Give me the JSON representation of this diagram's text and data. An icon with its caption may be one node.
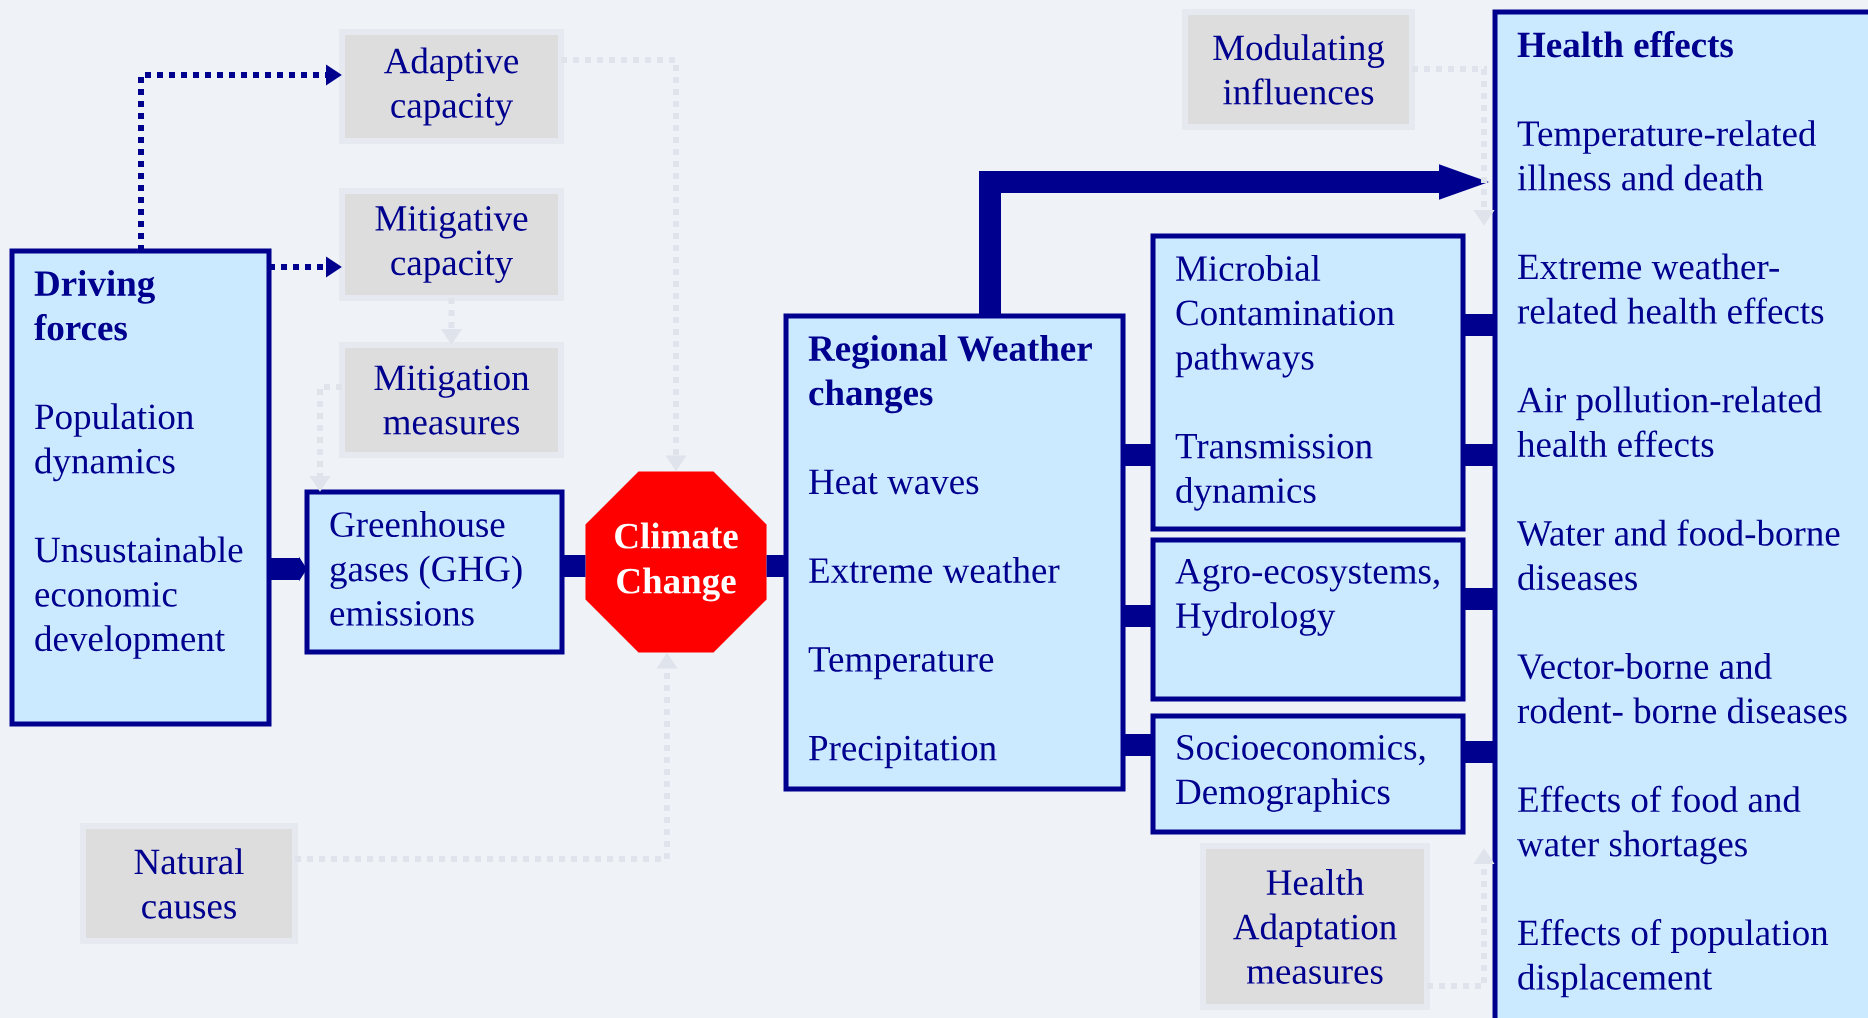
{
  "diagram": {
    "nodes": [
      {
        "text": [
          "Driving forces",
          "Population dynamics",
          "Unsustainable economic development"
        ]
      },
      {
        "text": [
          "Adaptive capacity"
        ]
      },
      {
        "text": [
          "Mitigative capacity"
        ]
      },
      {
        "text": [
          "Mitigation measures"
        ]
      },
      {
        "text": [
          "Greenhouse gases (GHG) emissions"
        ]
      },
      {
        "text": [
          "Climate Change"
        ]
      },
      {
        "text": [
          "Natural causes"
        ]
      },
      {
        "text": [
          "Regional Weather changes",
          "Heat waves",
          "Extreme weather",
          "Temperature",
          "Precipitation"
        ]
      },
      {
        "text": [
          "Modulating influences"
        ]
      },
      {
        "text": [
          "Microbial Contamination pathways",
          "Transmission dynamics"
        ]
      },
      {
        "text": [
          "Agro-ecosystems, Hydrology"
        ]
      },
      {
        "text": [
          "Socioeconomics, Demographics"
        ]
      },
      {
        "text": [
          "Health Adaptation measures"
        ]
      },
      {
        "text": [
          "Health effects",
          "Temperature-related illness and death",
          "Extreme weather-related health effects",
          "Air pollution-related health effects",
          "Water and food-borne diseases",
          "Vector-borne and rodent- borne diseases",
          "Effects of food and water shortages",
          "Effects of population displacement"
        ]
      }
    ],
    "edges": [
      {
        "from": 0,
        "to": 4,
        "arrow": "to"
      },
      {
        "from": 4,
        "to": 5,
        "arrow": "none"
      },
      {
        "from": 5,
        "to": 7,
        "arrow": "none"
      },
      {
        "from": 7,
        "to": 13,
        "arrow": "to"
      },
      {
        "from": 7,
        "to": 9,
        "arrow": "none"
      },
      {
        "from": 7,
        "to": 10,
        "arrow": "none"
      },
      {
        "from": 7,
        "to": 11,
        "arrow": "none"
      },
      {
        "from": 9,
        "to": 13,
        "arrow": "none"
      },
      {
        "from": 9,
        "to": 13,
        "arrow": "none"
      },
      {
        "from": 10,
        "to": 13,
        "arrow": "none"
      },
      {
        "from": 11,
        "to": 13,
        "arrow": "none"
      },
      {
        "from": 0,
        "to": 1,
        "arrow": "to",
        "style": "dashed"
      },
      {
        "from": 0,
        "to": 2,
        "arrow": "to",
        "style": "dashed"
      },
      {
        "from": 2,
        "to": 3,
        "arrow": "to",
        "style": "dashed",
        "color": "#dfe3ec"
      },
      {
        "from": 1,
        "to": 5,
        "arrow": "to",
        "style": "dashed",
        "color": "#dfe3ec"
      },
      {
        "from": 3,
        "to": 4,
        "arrow": "to",
        "style": "dashed",
        "color": "#dfe3ec"
      },
      {
        "from": 6,
        "to": 5,
        "arrow": "to",
        "style": "dashed",
        "color": "#dfe3ec"
      },
      {
        "from": 8,
        "to": 13,
        "arrow": "to",
        "style": "dashed",
        "color": "#dfe3ec"
      },
      {
        "from": 12,
        "to": 13,
        "arrow": "to",
        "style": "dashed",
        "color": "#dfe3ec"
      }
    ]
  }
}
